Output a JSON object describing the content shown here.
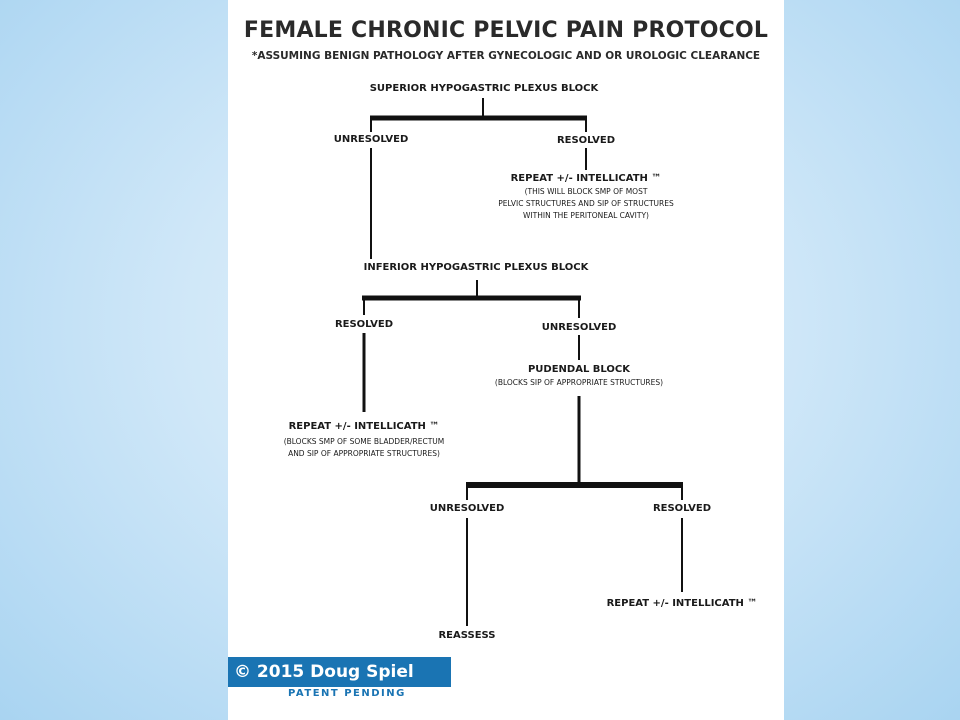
{
  "diagram": {
    "title": "FEMALE CHRONIC PELVIC PAIN PROTOCOL",
    "subtitle": "*ASSUMING BENIGN PATHOLOGY AFTER GYNECOLOGIC AND OR UROLOGIC CLEARANCE",
    "nodes": {
      "superior_block": "SUPERIOR HYPOGASTRIC PLEXUS BLOCK",
      "sup_unresolved": "UNRESOLVED",
      "sup_resolved": "RESOLVED",
      "sup_repeat": "REPEAT +/- INTELLICATH ™",
      "sup_repeat_note_1": "(THIS WILL BLOCK SMP OF MOST",
      "sup_repeat_note_2": "PELVIC STRUCTURES AND SIP OF STRUCTURES",
      "sup_repeat_note_3": "WITHIN THE PERITONEAL CAVITY)",
      "inferior_block": "INFERIOR HYPOGASTRIC PLEXUS BLOCK",
      "inf_resolved": "RESOLVED",
      "inf_unresolved": "UNRESOLVED",
      "inf_repeat": "REPEAT +/- INTELLICATH ™",
      "inf_repeat_note_1": "(BLOCKS SMP OF SOME BLADDER/RECTUM",
      "inf_repeat_note_2": "AND SIP OF APPROPRIATE STRUCTURES)",
      "pudendal_block": "PUDENDAL BLOCK",
      "pudendal_note": "(BLOCKS SIP OF APPROPRIATE STRUCTURES)",
      "pud_unresolved": "UNRESOLVED",
      "pud_resolved": "RESOLVED",
      "reassess": "REASSESS",
      "pud_repeat": "REPEAT +/- INTELLICATH ™"
    }
  },
  "footer": {
    "copyright": "© 2015 Doug Spiel",
    "patent": "PATENT PENDING",
    "badge_color": "#1a74b3"
  }
}
